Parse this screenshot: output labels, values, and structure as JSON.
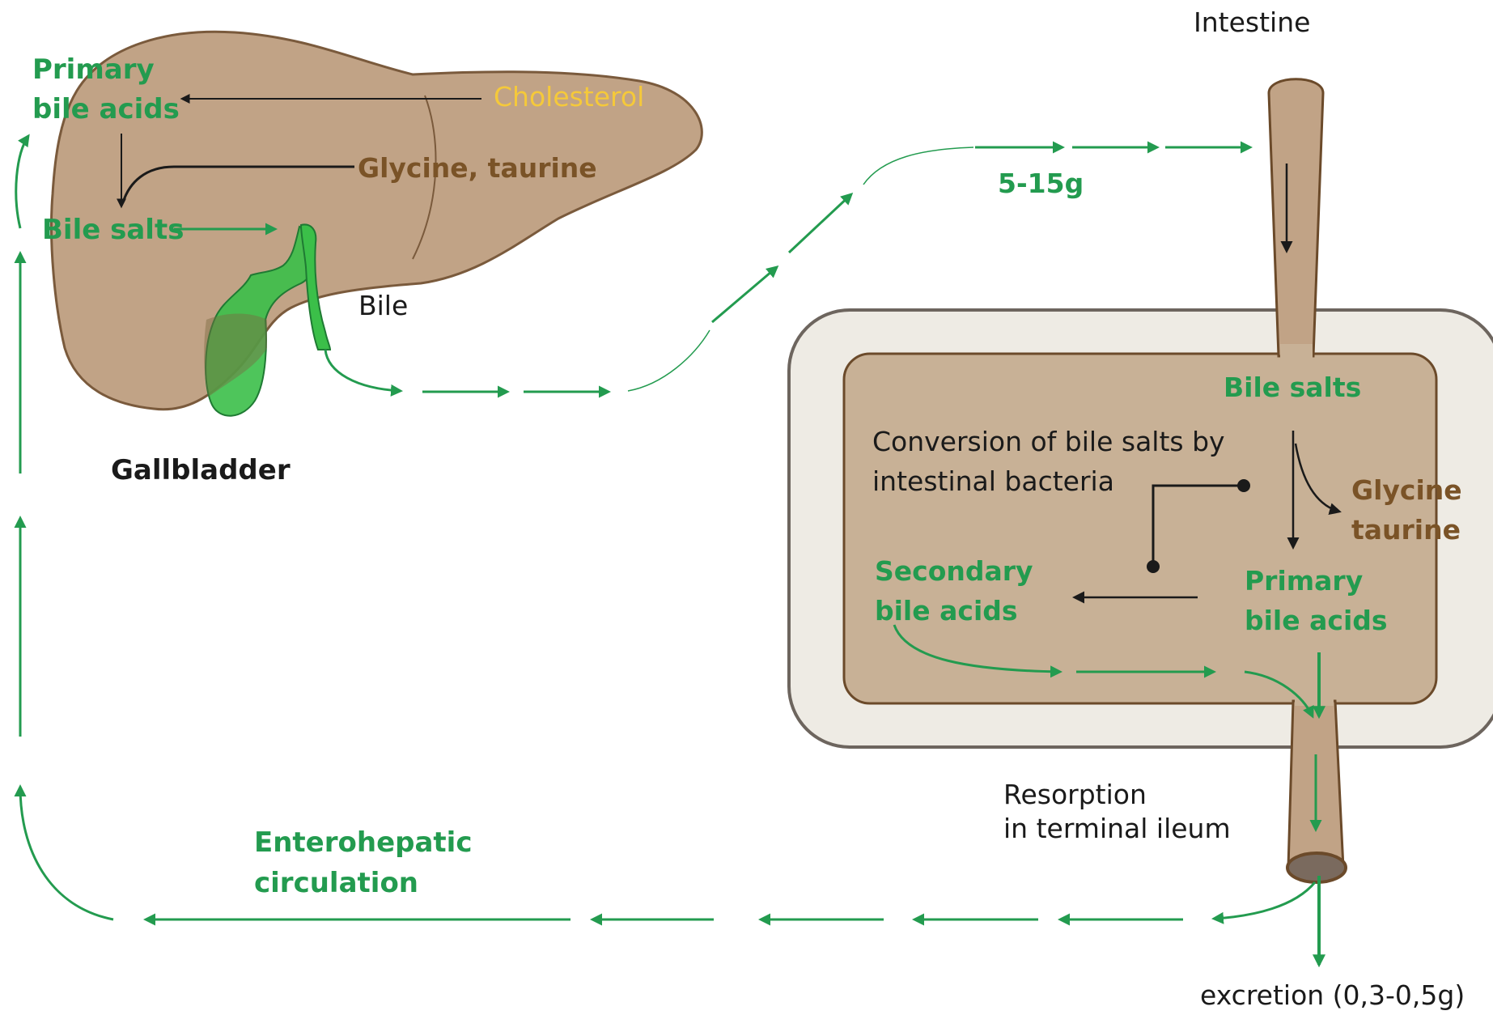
{
  "labels": {
    "intestine": "Intestine",
    "primary_bile_acids_liver_line1": "Primary",
    "primary_bile_acids_liver_line2": "bile acids",
    "cholesterol": "Cholesterol",
    "glycine_taurine_liver": "Glycine, taurine",
    "bile_salts_liver": "Bile salts",
    "bile": "Bile",
    "gallbladder": "Gallbladder",
    "amount_5_15g": "5-15g",
    "bile_salts_intestine": "Bile salts",
    "conversion_line1": "Conversion of bile salts by",
    "conversion_line2": "intestinal bacteria",
    "glycine_intestine_line1": "Glycine",
    "glycine_intestine_line2": "taurine",
    "secondary_line1": "Secondary",
    "secondary_line2": "bile acids",
    "primary_intestine_line1": "Primary",
    "primary_intestine_line2": "bile acids",
    "resorption_line1": "Resorption",
    "resorption_line2": "in terminal ileum",
    "enterohepatic_line1": "Enterohepatic",
    "enterohepatic_line2": "circulation",
    "excretion": "excretion (0,3-0,5g)"
  },
  "colors": {
    "flow_green": "#239b4f",
    "liver_fill": "#c1a386",
    "liver_stroke": "#7a5a3c",
    "tissue_fill": "#c8b196",
    "outer_box_fill": "#eeebe4",
    "outer_box_stroke": "#6d655e",
    "text_brown": "#7a5327",
    "text_yellow": "#f5c93a",
    "text_black": "#1a1a1a",
    "gallbladder_green": "#3bbf49"
  }
}
